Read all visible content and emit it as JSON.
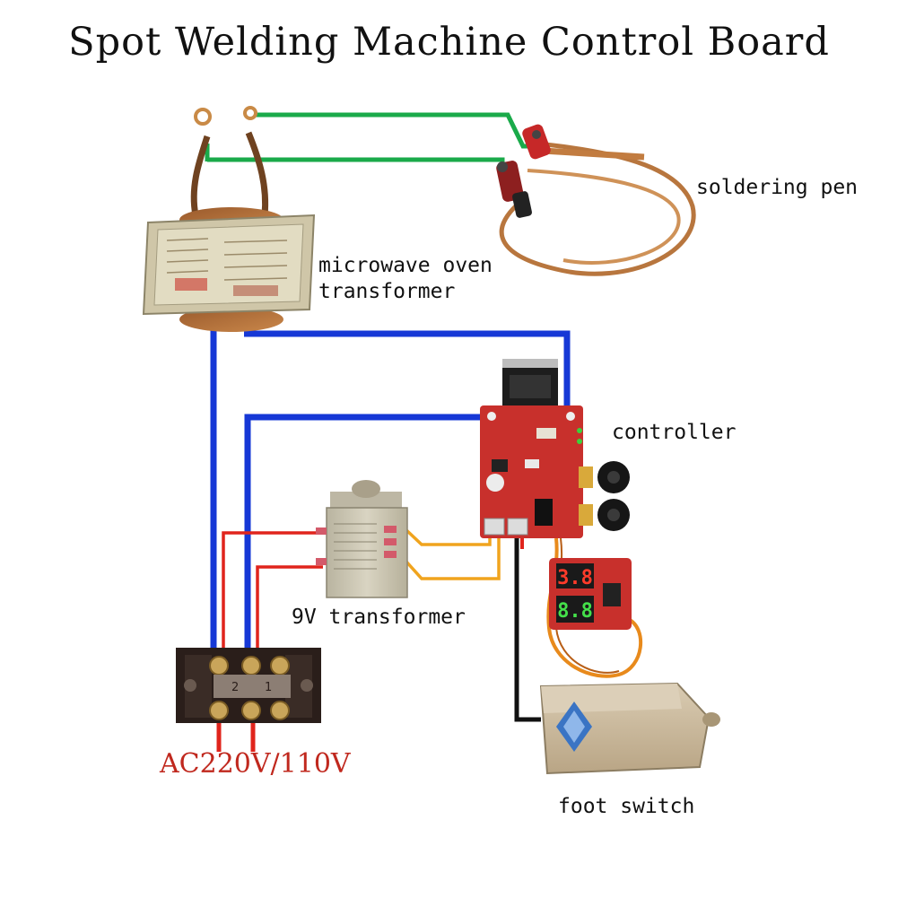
{
  "title": "Spot Welding Machine Control Board",
  "labels": {
    "soldering_pen": "soldering pen",
    "microwave_transformer_line1": "microwave oven",
    "microwave_transformer_line2": "transformer",
    "controller": "controller",
    "nine_v_transformer": "9V transformer",
    "mains": "AC220V/110V",
    "foot_switch": "foot switch"
  },
  "display": {
    "top_digits": "3.8",
    "bottom_digits": "8.8"
  },
  "terminal_numbers": [
    "2",
    "1"
  ],
  "colors": {
    "green_wire": "#1aaa4a",
    "blue_wire": "#1638d6",
    "red_wire": "#e0241c",
    "orange_wire": "#f0a41e",
    "black_wire": "#111111",
    "mains_text": "#c0281e",
    "pcb": "#c8302c",
    "pedal": "#c9b79a"
  }
}
